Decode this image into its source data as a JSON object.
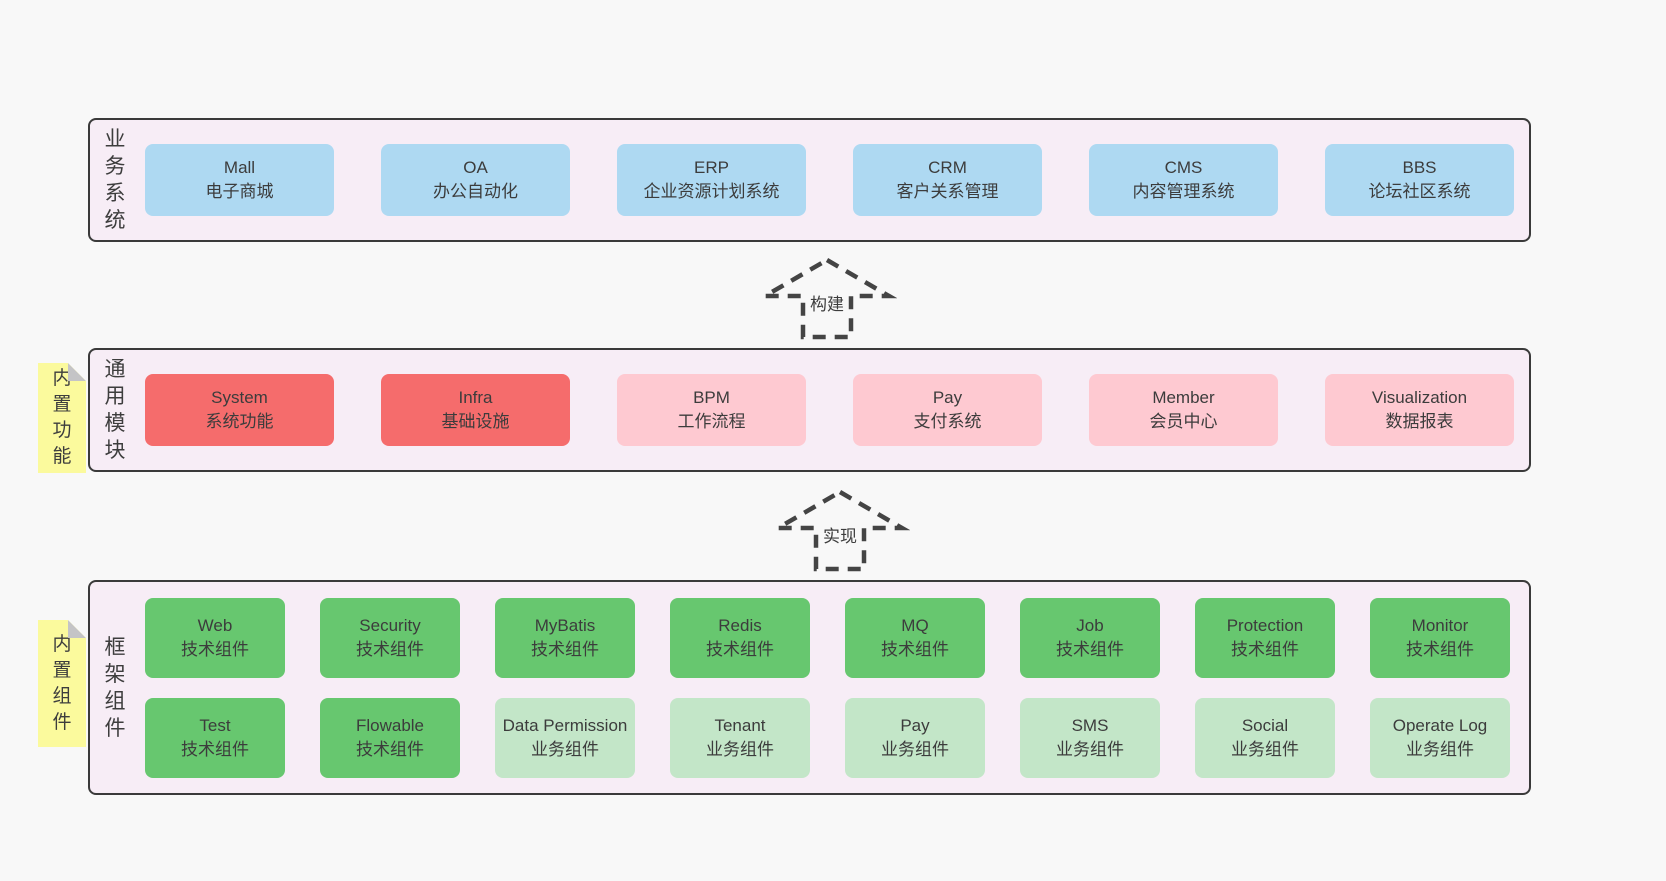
{
  "colors": {
    "page_background": "#f8f8f8",
    "container_background": "#f7edf6",
    "container_border": "#3a3a3a",
    "box_blue": "#aed9f2",
    "box_red": "#f56c6c",
    "box_pink": "#fec9d1",
    "box_green": "#67c76f",
    "box_light_green": "#c3e6c8",
    "tag_yellow": "#fbfa9d",
    "tag_fold_gray": "#c4c4c6",
    "text": "#3c3c3c"
  },
  "arrows": {
    "build": "构建",
    "implement": "实现"
  },
  "layers": [
    {
      "label": "业务系统",
      "rows": [
        [
          {
            "name": "Mall",
            "desc": "电子商城",
            "variant": "blue"
          },
          {
            "name": "OA",
            "desc": "办公自动化",
            "variant": "blue"
          },
          {
            "name": "ERP",
            "desc": "企业资源计划系统",
            "variant": "blue"
          },
          {
            "name": "CRM",
            "desc": "客户关系管理",
            "variant": "blue"
          },
          {
            "name": "CMS",
            "desc": "内容管理系统",
            "variant": "blue"
          },
          {
            "name": "BBS",
            "desc": "论坛社区系统",
            "variant": "blue"
          }
        ]
      ]
    },
    {
      "label": "通用模块",
      "tag": "内置功能",
      "rows": [
        [
          {
            "name": "System",
            "desc": "系统功能",
            "variant": "red"
          },
          {
            "name": "Infra",
            "desc": "基础设施",
            "variant": "red"
          },
          {
            "name": "BPM",
            "desc": "工作流程",
            "variant": "pink"
          },
          {
            "name": "Pay",
            "desc": "支付系统",
            "variant": "pink"
          },
          {
            "name": "Member",
            "desc": "会员中心",
            "variant": "pink"
          },
          {
            "name": "Visualization",
            "desc": "数据报表",
            "variant": "pink"
          }
        ]
      ]
    },
    {
      "label": "框架组件",
      "tag": "内置组件",
      "rows": [
        [
          {
            "name": "Web",
            "desc": "技术组件",
            "variant": "green"
          },
          {
            "name": "Security",
            "desc": "技术组件",
            "variant": "green"
          },
          {
            "name": "MyBatis",
            "desc": "技术组件",
            "variant": "green"
          },
          {
            "name": "Redis",
            "desc": "技术组件",
            "variant": "green"
          },
          {
            "name": "MQ",
            "desc": "技术组件",
            "variant": "green"
          },
          {
            "name": "Job",
            "desc": "技术组件",
            "variant": "green"
          },
          {
            "name": "Protection",
            "desc": "技术组件",
            "variant": "green"
          },
          {
            "name": "Monitor",
            "desc": "技术组件",
            "variant": "green"
          }
        ],
        [
          {
            "name": "Test",
            "desc": "技术组件",
            "variant": "green"
          },
          {
            "name": "Flowable",
            "desc": "技术组件",
            "variant": "green"
          },
          {
            "name": "Data Permission",
            "desc": "业务组件",
            "variant": "lightgreen"
          },
          {
            "name": "Tenant",
            "desc": "业务组件",
            "variant": "lightgreen"
          },
          {
            "name": "Pay",
            "desc": "业务组件",
            "variant": "lightgreen"
          },
          {
            "name": "SMS",
            "desc": "业务组件",
            "variant": "lightgreen"
          },
          {
            "name": "Social",
            "desc": "业务组件",
            "variant": "lightgreen"
          },
          {
            "name": "Operate Log",
            "desc": "业务组件",
            "variant": "lightgreen"
          }
        ]
      ]
    }
  ]
}
